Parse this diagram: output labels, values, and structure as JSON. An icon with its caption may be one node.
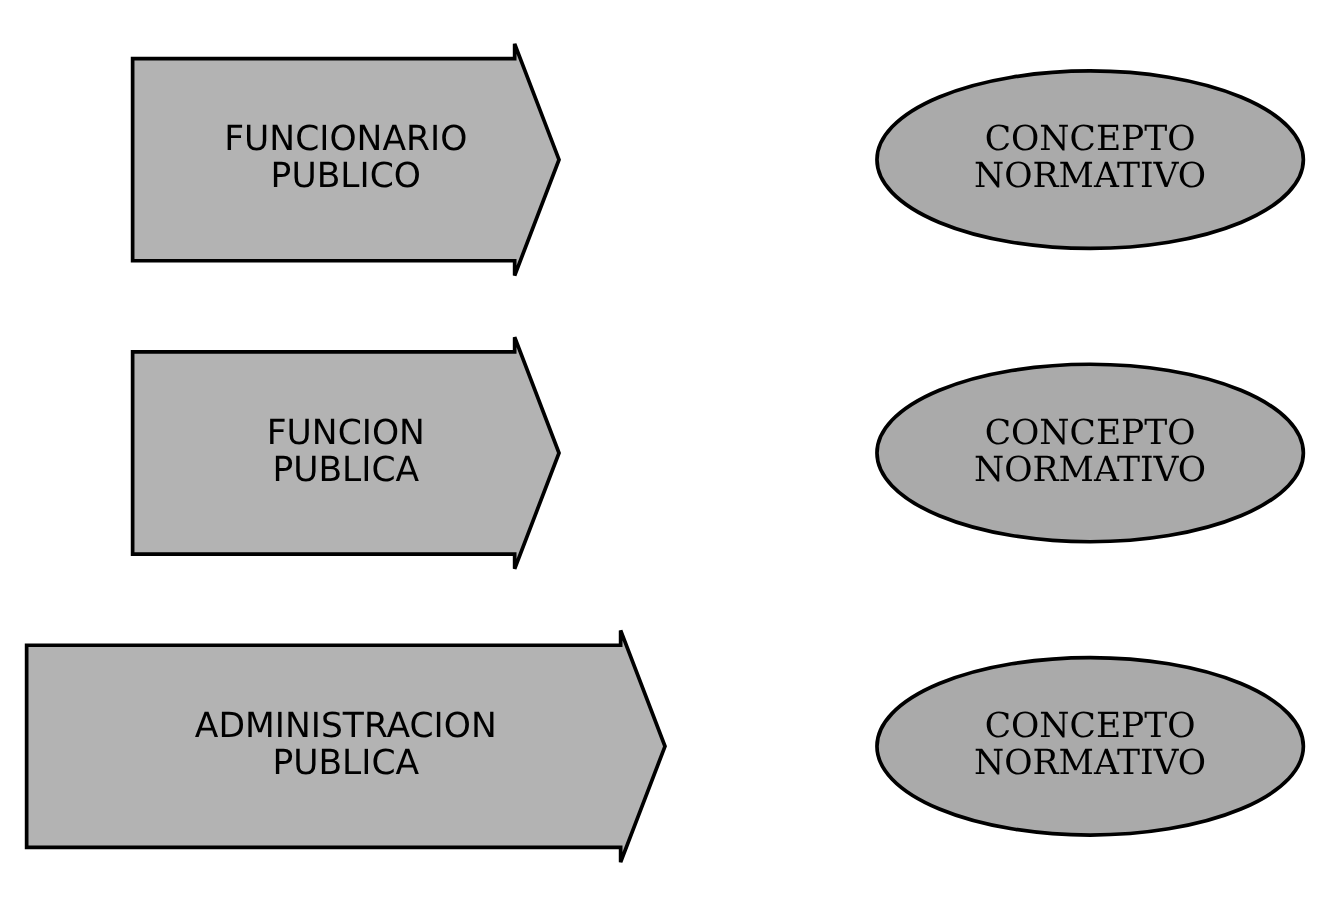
{
  "diagram": {
    "nodes": [
      {
        "text": [
          "ADMINISTRACION PUBLICA"
        ]
      },
      {
        "text": [
          "FUNCION PUBLICA"
        ]
      },
      {
        "text": [
          "FUNCIONARIO PUBLICO"
        ]
      },
      {
        "text": [
          "CONCEPTO NORMATIVO"
        ]
      },
      {
        "text": [
          "CONCEPTO NORMATIVO"
        ]
      },
      {
        "text": [
          "CONCEPTO NORMATIVO"
        ]
      }
    ]
  }
}
